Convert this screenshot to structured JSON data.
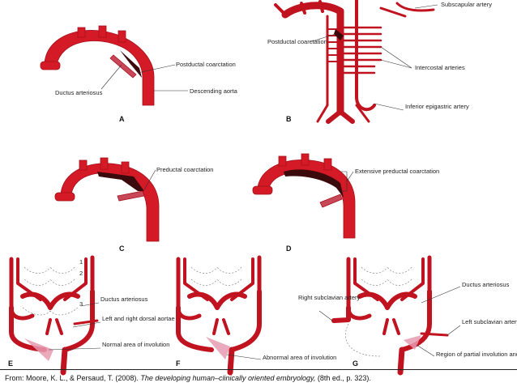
{
  "panels": {
    "A": {
      "letter": "A",
      "labels": {
        "coarctation": "Postductal coarctation",
        "ductus": "Ductus arteriosus",
        "descending": "Descending aorta"
      }
    },
    "B": {
      "letter": "B",
      "labels": {
        "subscapular": "Subscapular artery",
        "postductal": "Postductal coarctation",
        "intercostal": "Intercostal arteries",
        "epigastric": "Inferior epigastric artery"
      }
    },
    "C": {
      "letter": "C",
      "labels": {
        "preductal": "Preductal coarctation"
      }
    },
    "D": {
      "letter": "D",
      "labels": {
        "extensive": "Extensive preductal coarctation"
      }
    },
    "E": {
      "letter": "E",
      "labels": {
        "n1": "1",
        "n2": "2",
        "n3": "3",
        "ductus": "Ductus arteriosus",
        "dorsal": "Left and right dorsal aortae",
        "normal": "Normal area of involution"
      }
    },
    "F": {
      "letter": "F",
      "labels": {
        "abnormal": "Abnormal area of involution"
      }
    },
    "G": {
      "letter": "G",
      "labels": {
        "right_subclavian": "Right subclavian artery",
        "ductus": "Ductus arteriosus",
        "left_subclavian": "Left subclavian artery",
        "region": "Region of partial involution and coarctation"
      }
    }
  },
  "caption": {
    "prefix": "From: Moore, K. L., & Persaud, T. (2008). ",
    "title": "The developing human–clinically oriented embryology,",
    "suffix": " (8th ed., p. 323)."
  },
  "colors": {
    "artery": "#d41a26",
    "artery_outline": "#a50f19",
    "involution": "#e89ab0"
  }
}
